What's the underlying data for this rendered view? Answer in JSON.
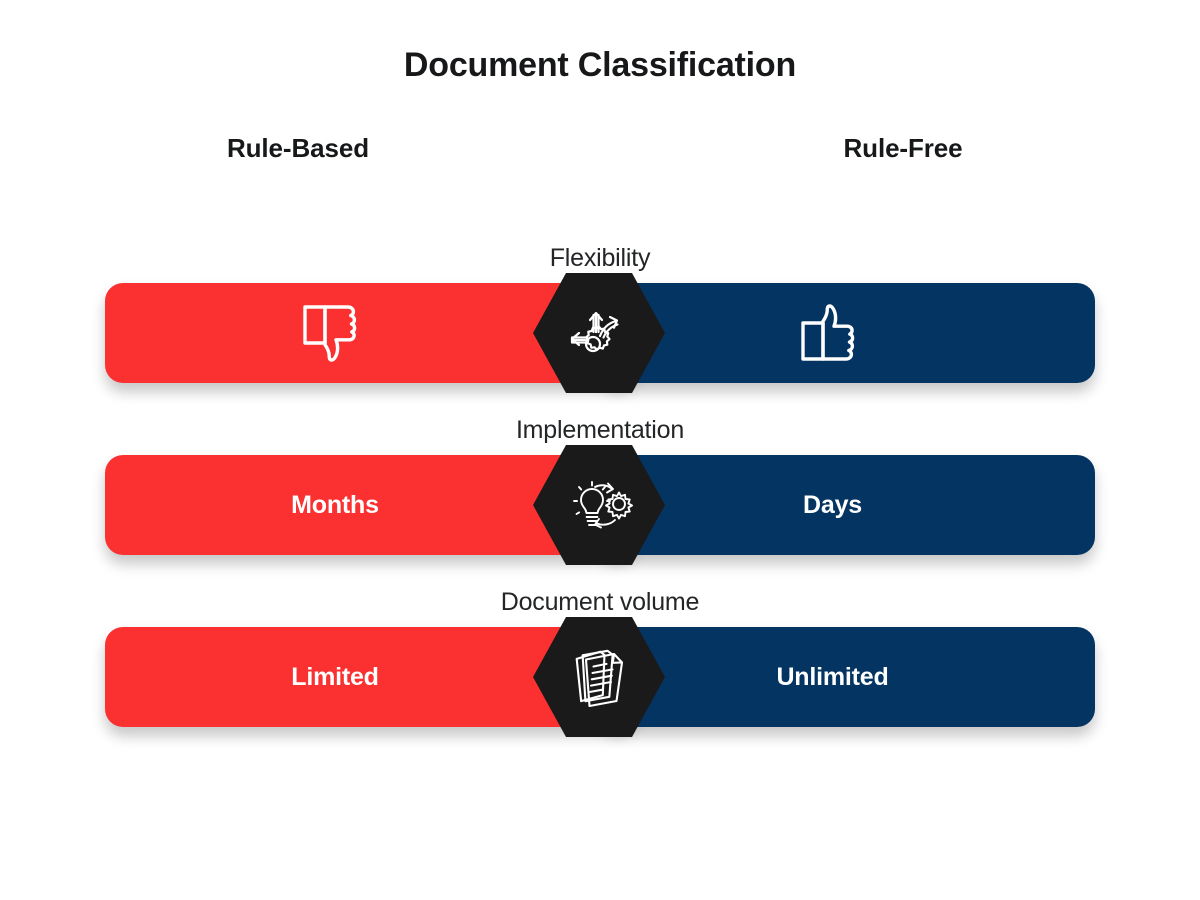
{
  "title": "Document Classification",
  "columns": {
    "left_label": "Rule-Based",
    "right_label": "Rule-Free"
  },
  "colors": {
    "left_bar": "#FB3131",
    "right_bar": "#043462",
    "badge": "#1A1A1A",
    "text_on_bar": "#FFFFFF",
    "heading": "#17181A",
    "background": "#FFFFFF"
  },
  "rows": [
    {
      "label": "Flexibility",
      "badge_icon": "gear-with-diverging-arrows-icon",
      "left": {
        "type": "icon",
        "icon": "thumbs-down-icon",
        "value": ""
      },
      "right": {
        "type": "icon",
        "icon": "thumbs-up-icon",
        "value": ""
      }
    },
    {
      "label": "Implementation",
      "badge_icon": "lightbulb-gear-cycle-icon",
      "left": {
        "type": "text",
        "icon": "",
        "value": "Months"
      },
      "right": {
        "type": "text",
        "icon": "",
        "value": "Days"
      }
    },
    {
      "label": "Document volume",
      "badge_icon": "document-stack-icon",
      "left": {
        "type": "text",
        "icon": "",
        "value": "Limited"
      },
      "right": {
        "type": "text",
        "icon": "",
        "value": "Unlimited"
      }
    }
  ]
}
